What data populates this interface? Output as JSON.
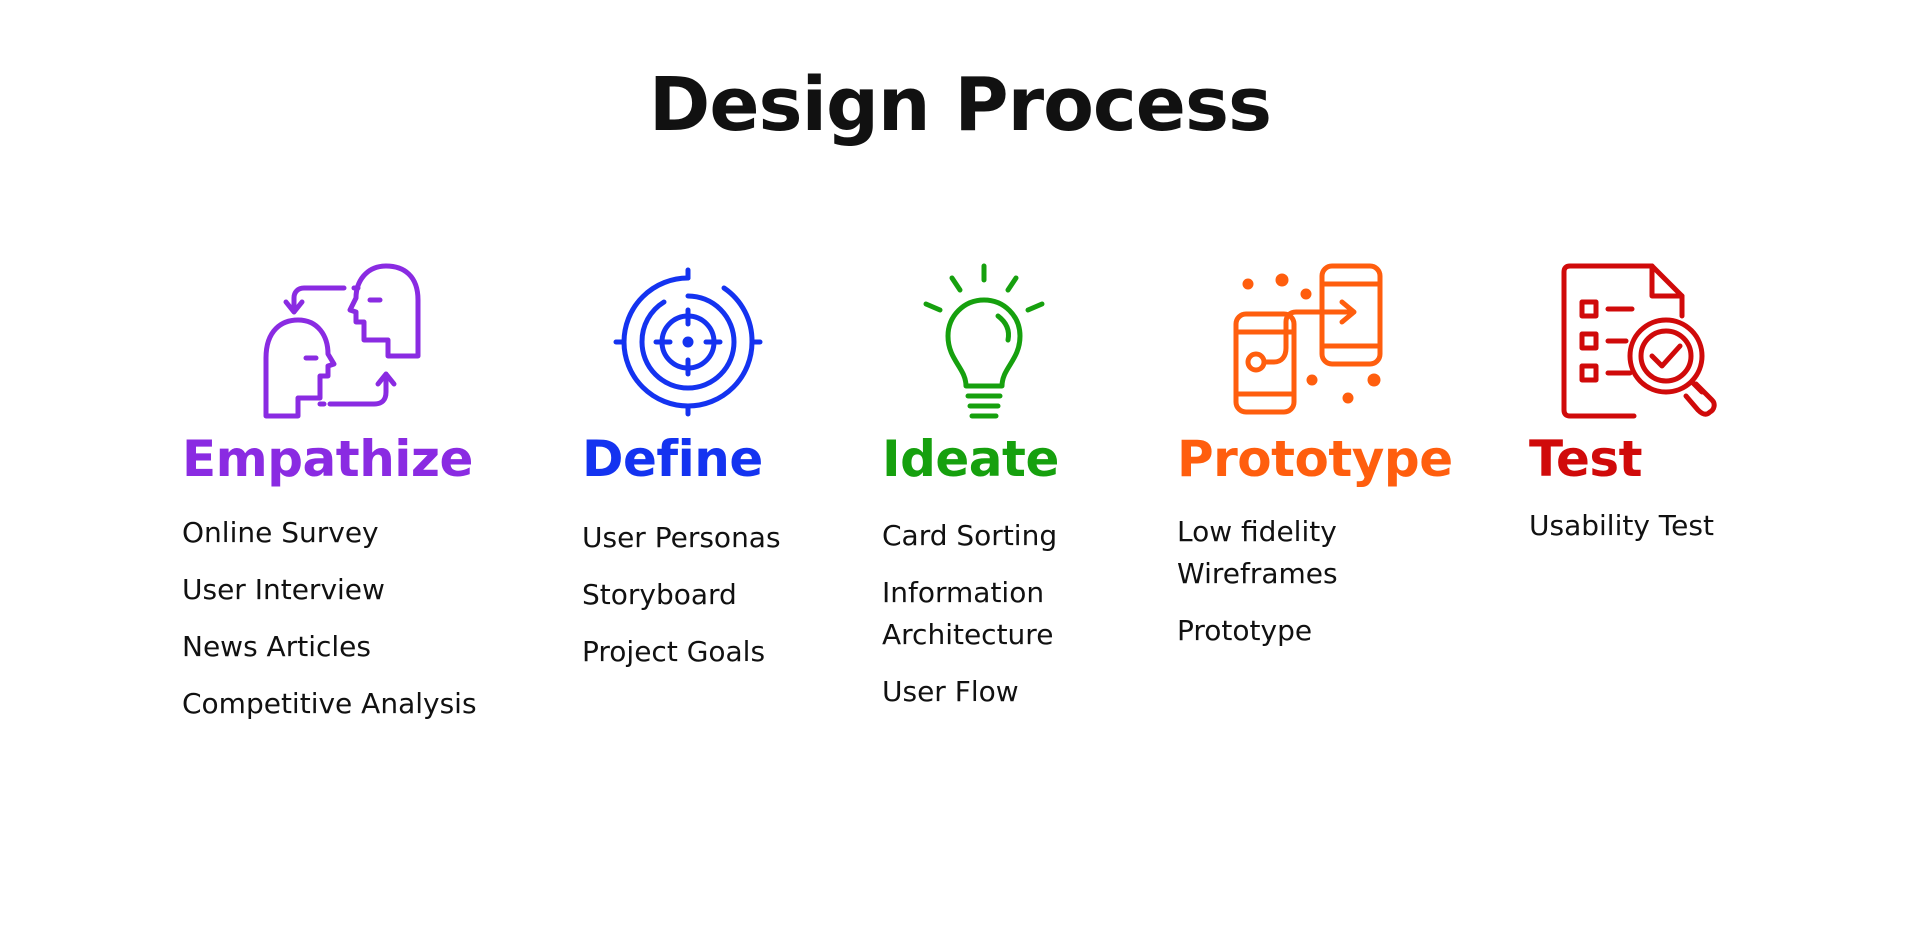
{
  "title": "Design Process",
  "stages": [
    {
      "name": "Empathize",
      "color": "#8A2BE2",
      "icon": "two-heads-exchange-icon",
      "items": [
        "Online Survey",
        "User Interview",
        "News Articles",
        "Competitive Analysis"
      ]
    },
    {
      "name": "Define",
      "color": "#1433F0",
      "icon": "target-crosshair-icon",
      "items": [
        "User Personas",
        "Storyboard",
        "Project Goals"
      ]
    },
    {
      "name": "Ideate",
      "color": "#16A00E",
      "icon": "lightbulb-icon",
      "items": [
        "Card Sorting",
        "Information Architecture",
        "User Flow"
      ]
    },
    {
      "name": "Prototype",
      "color": "#FF5E0E",
      "icon": "linked-phones-icon",
      "items": [
        "Low  fidelity Wireframes",
        "Prototype"
      ]
    },
    {
      "name": "Test",
      "color": "#D00A0A",
      "icon": "document-magnifier-check-icon",
      "items": [
        "Usability Test"
      ]
    }
  ]
}
